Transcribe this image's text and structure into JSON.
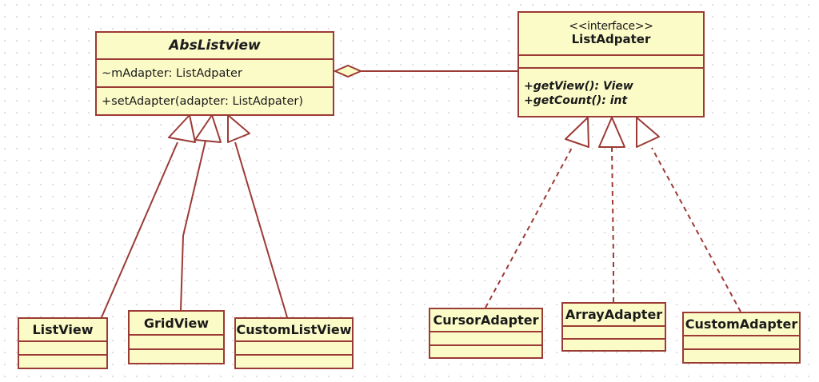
{
  "diagram": {
    "type": "uml-class-diagram",
    "background": "#ffffff",
    "grid_color": "#e2dede",
    "box_fill": "#fbfbc8",
    "box_border": "#9c3b35",
    "line_color": "#9c3b35",
    "text_color": "#1a1a1a"
  },
  "classes": {
    "abslistview": {
      "name": "AbsListview",
      "is_abstract": true,
      "attributes": [
        "~mAdapter: ListAdpater"
      ],
      "operations": [
        "+setAdapter(adapter: ListAdpater)"
      ]
    },
    "listadpater": {
      "stereotype": "<<interface>>",
      "name": "ListAdpater",
      "attributes": [],
      "operations": [
        "+getView(): View",
        "+getCount(): int"
      ]
    },
    "listview": {
      "name": "ListView",
      "attributes": [],
      "operations": []
    },
    "gridview": {
      "name": "GridView",
      "attributes": [],
      "operations": []
    },
    "customlistview": {
      "name": "CustomListView",
      "attributes": [],
      "operations": []
    },
    "cursoradapter": {
      "name": "CursorAdapter",
      "attributes": [],
      "operations": []
    },
    "arrayadapter": {
      "name": "ArrayAdapter",
      "attributes": [],
      "operations": []
    },
    "customadapter": {
      "name": "CustomAdapter",
      "attributes": [],
      "operations": []
    }
  },
  "relationships": [
    {
      "kind": "aggregation",
      "from": "abslistview",
      "to": "listadpater",
      "line": "solid",
      "marker": "hollow-diamond"
    },
    {
      "kind": "generalization",
      "from": "listview",
      "to": "abslistview",
      "line": "solid",
      "marker": "hollow-triangle"
    },
    {
      "kind": "generalization",
      "from": "gridview",
      "to": "abslistview",
      "line": "solid",
      "marker": "hollow-triangle"
    },
    {
      "kind": "generalization",
      "from": "customlistview",
      "to": "abslistview",
      "line": "solid",
      "marker": "hollow-triangle"
    },
    {
      "kind": "realization",
      "from": "cursoradapter",
      "to": "listadpater",
      "line": "dashed",
      "marker": "hollow-triangle"
    },
    {
      "kind": "realization",
      "from": "arrayadapter",
      "to": "listadpater",
      "line": "dashed",
      "marker": "hollow-triangle"
    },
    {
      "kind": "realization",
      "from": "customadapter",
      "to": "listadpater",
      "line": "dashed",
      "marker": "hollow-triangle"
    }
  ]
}
